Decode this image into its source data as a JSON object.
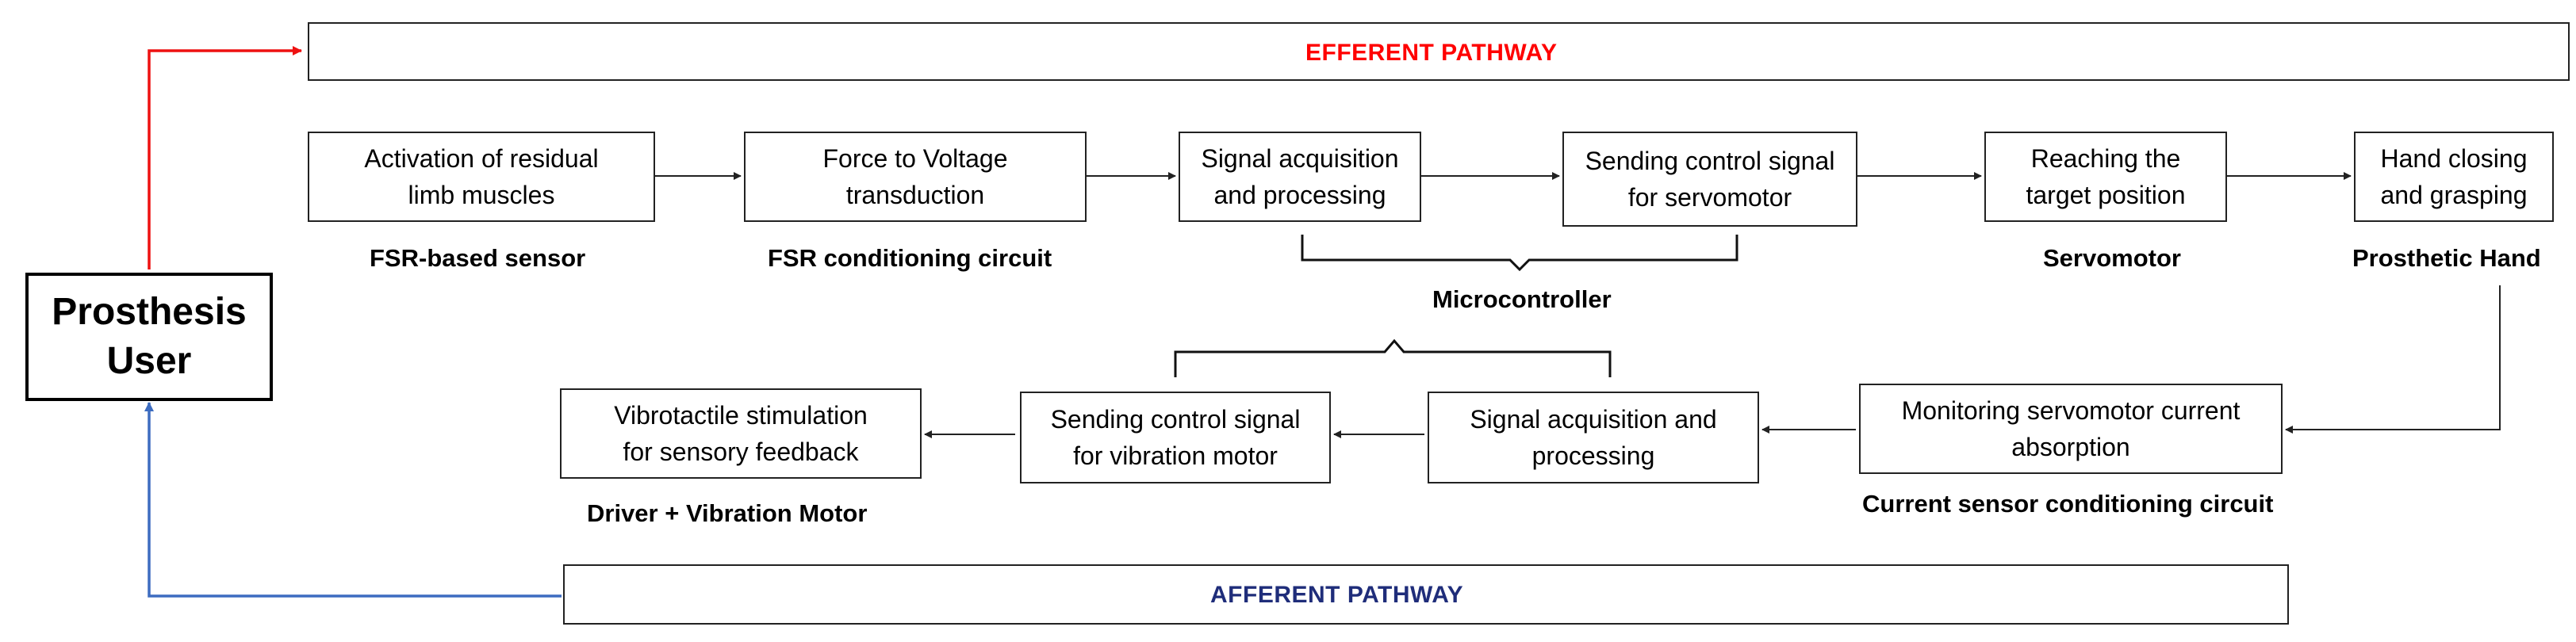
{
  "user": {
    "label": "Prosthesis\nUser"
  },
  "efferent": {
    "label": "EFFERENT PATHWAY",
    "color": "#ff0000",
    "arrow_color": "#ee1111"
  },
  "afferent": {
    "label": "AFFERENT PATHWAY",
    "color": "#1f2d7a",
    "arrow_color": "#3d6cc0"
  },
  "efferent_row": [
    {
      "text": "Activation of residual\nlimb muscles",
      "label": "FSR-based sensor"
    },
    {
      "text": "Force to Voltage\ntransduction",
      "label": "FSR conditioning circuit"
    },
    {
      "text": "Signal acquisition\nand processing",
      "label": ""
    },
    {
      "text": "Sending control signal\nfor servomotor",
      "label": ""
    },
    {
      "text": "Reaching the\ntarget position",
      "label": "Servomotor"
    },
    {
      "text": "Hand closing\nand grasping",
      "label": "Prosthetic Hand"
    }
  ],
  "microcontroller": {
    "label": "Microcontroller"
  },
  "afferent_row": [
    {
      "text": "Vibrotactile stimulation\nfor sensory feedback",
      "label": "Driver + Vibration Motor"
    },
    {
      "text": "Sending control signal\nfor vibration motor",
      "label": ""
    },
    {
      "text": "Signal acquisition and\nprocessing",
      "label": ""
    },
    {
      "text": "Monitoring servomotor current\nabsorption",
      "label": "Current sensor conditioning circuit"
    }
  ]
}
